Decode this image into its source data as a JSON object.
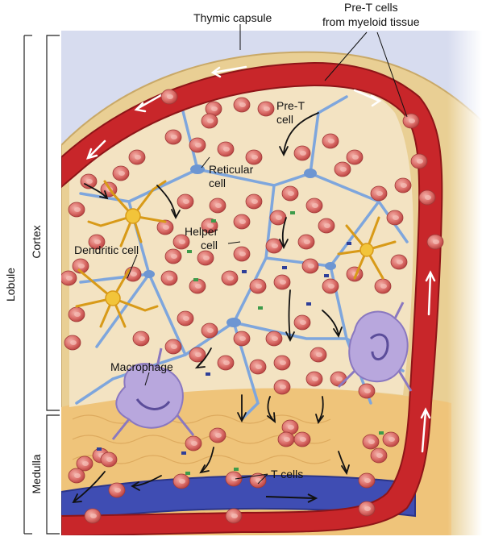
{
  "labels": {
    "thymic_capsule": "Thymic capsule",
    "pre_t_top_1": "Pre-T cells",
    "pre_t_top_2": "from myeloid tissue",
    "pre_t_cell_1": "Pre-T",
    "pre_t_cell_2": "cell",
    "reticular_1": "Reticular",
    "reticular_2": "cell",
    "helper_1": "Helper",
    "helper_2": "cell",
    "dendritic": "Dendritic cell",
    "macrophage": "Macrophage",
    "t_cells": "T cells",
    "cortex": "Cortex",
    "medulla": "Medulla",
    "lobule": "Lobule"
  },
  "colors": {
    "capsule": "#e9cf94",
    "vessel": "#c8262a",
    "vein": "#3f4db3",
    "reticular": "#7ea6dd",
    "dendritic": "#f2c43a",
    "macrophage": "#b8a7dd",
    "cortex_bg": "#f3e3c2",
    "medulla_bg": "#efc47a",
    "t_cell": "#d65b5b"
  }
}
